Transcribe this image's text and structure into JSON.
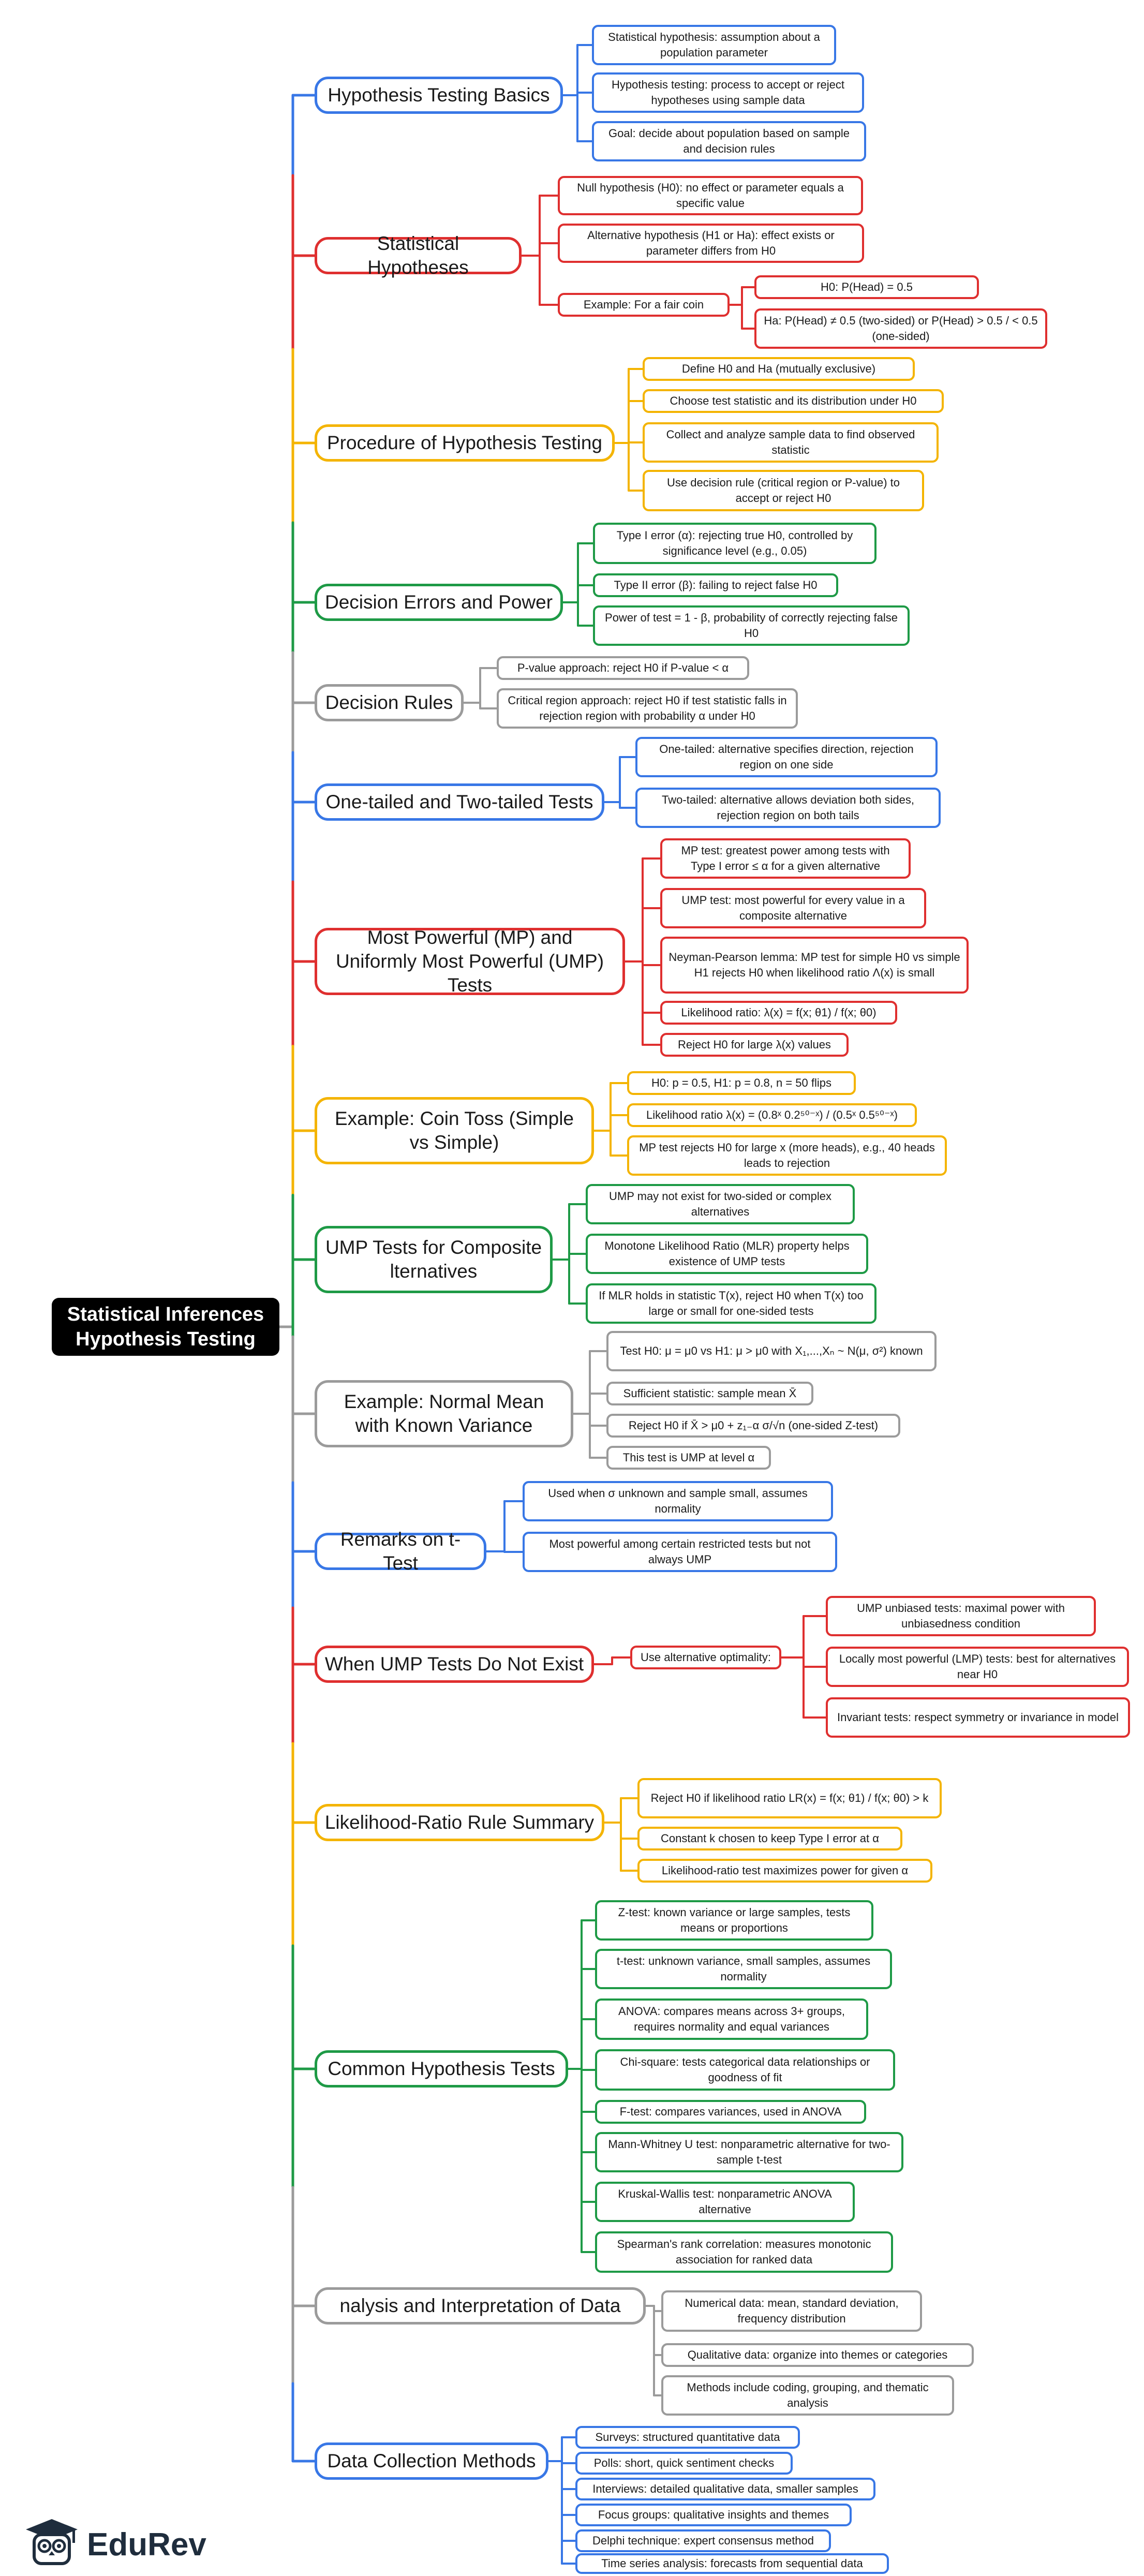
{
  "root": {
    "label": "Statistical Inferences\nHypothesis Testing"
  },
  "colors": {
    "blue": "#3877e6",
    "red": "#df2f2f",
    "yellow": "#f4b400",
    "green": "#1e9a46",
    "gray": "#9b9b9b"
  },
  "branches": [
    {
      "label": "Hypothesis Testing Basics",
      "color": "blue",
      "children": [
        {
          "label": "Statistical hypothesis: assumption about a population parameter"
        },
        {
          "label": "Hypothesis testing: process to accept or reject hypotheses using sample data"
        },
        {
          "label": "Goal: decide about population based on sample and decision rules"
        }
      ]
    },
    {
      "label": "Statistical Hypotheses",
      "color": "red",
      "children": [
        {
          "label": "Null hypothesis (H0): no effect or parameter equals a specific value"
        },
        {
          "label": "Alternative hypothesis (H1 or Ha): effect exists or parameter differs from H0"
        },
        {
          "label": "Example: For a fair coin",
          "children": [
            {
              "label": "H0: P(Head) = 0.5"
            },
            {
              "label": "Ha: P(Head) ≠ 0.5 (two-sided) or P(Head) > 0.5 / < 0.5 (one-sided)"
            }
          ]
        }
      ]
    },
    {
      "label": "Procedure of Hypothesis Testing",
      "color": "yellow",
      "children": [
        {
          "label": "Define H0 and Ha (mutually exclusive)"
        },
        {
          "label": "Choose test statistic and its distribution under H0"
        },
        {
          "label": "Collect and analyze sample data to find observed statistic"
        },
        {
          "label": "Use decision rule (critical region or P-value) to accept or reject H0"
        }
      ]
    },
    {
      "label": "Decision Errors and Power",
      "color": "green",
      "children": [
        {
          "label": "Type I error (α): rejecting true H0, controlled by significance level (e.g., 0.05)"
        },
        {
          "label": "Type II error (β): failing to reject false H0"
        },
        {
          "label": "Power of test = 1 - β, probability of correctly rejecting false H0"
        }
      ]
    },
    {
      "label": "Decision Rules",
      "color": "gray",
      "children": [
        {
          "label": "P-value approach: reject H0 if P-value < α"
        },
        {
          "label": "Critical region approach: reject H0 if test statistic falls in rejection region with probability α under H0"
        }
      ]
    },
    {
      "label": "One-tailed and Two-tailed Tests",
      "color": "blue",
      "children": [
        {
          "label": "One-tailed: alternative specifies direction, rejection region on one side"
        },
        {
          "label": "Two-tailed: alternative allows deviation both sides, rejection region on both tails"
        }
      ]
    },
    {
      "label": "Most Powerful (MP) and Uniformly Most Powerful (UMP) Tests",
      "color": "red",
      "children": [
        {
          "label": "MP test: greatest power among tests with Type I error ≤ α for a given alternative"
        },
        {
          "label": "UMP test: most powerful for every value in a composite alternative"
        },
        {
          "label": "Neyman-Pearson lemma: MP test for simple H0 vs simple H1 rejects H0 when likelihood ratio Λ(x) is small"
        },
        {
          "label": "Likelihood ratio: λ(x) = f(x; θ1) / f(x; θ0)"
        },
        {
          "label": "Reject H0 for large λ(x) values"
        }
      ]
    },
    {
      "label": "Example: Coin Toss (Simple vs Simple)",
      "color": "yellow",
      "children": [
        {
          "label": "H0: p = 0.5, H1: p = 0.8, n = 50 flips"
        },
        {
          "label": "Likelihood ratio λ(x) = (0.8ˣ 0.2⁵⁰⁻ˣ) / (0.5ˣ 0.5⁵⁰⁻ˣ)"
        },
        {
          "label": "MP test rejects H0 for large x (more heads), e.g., 40 heads leads to rejection"
        }
      ]
    },
    {
      "label": "UMP Tests for Composite lternatives",
      "color": "green",
      "children": [
        {
          "label": "UMP may not exist for two-sided or complex alternatives"
        },
        {
          "label": "Monotone Likelihood Ratio (MLR) property helps existence of UMP tests"
        },
        {
          "label": "If MLR holds in statistic T(x), reject H0 when T(x) too large or small for one-sided tests"
        }
      ]
    },
    {
      "label": "Example: Normal Mean with Known Variance",
      "color": "gray",
      "children": [
        {
          "label": "Test H0: μ = μ0 vs H1: μ > μ0 with X₁,...,Xₙ ~ N(μ, σ²) known"
        },
        {
          "label": "Sufficient statistic: sample mean X̄"
        },
        {
          "label": "Reject H0 if X̄ > μ0 + z₁₋α σ/√n (one-sided Z-test)"
        },
        {
          "label": "This test is UMP at level α"
        }
      ]
    },
    {
      "label": "Remarks on t-Test",
      "color": "blue",
      "children": [
        {
          "label": "Used when σ unknown and sample small, assumes normality"
        },
        {
          "label": "Most powerful among certain restricted tests but not always UMP"
        }
      ]
    },
    {
      "label": "When UMP Tests Do Not Exist",
      "color": "red",
      "children": [
        {
          "label": "Use alternative optimality:",
          "children": [
            {
              "label": "UMP unbiased tests: maximal power with unbiasedness condition"
            },
            {
              "label": "Locally most powerful (LMP) tests: best for alternatives near H0"
            },
            {
              "label": "Invariant tests: respect symmetry or invariance in model"
            }
          ]
        }
      ]
    },
    {
      "label": "Likelihood-Ratio Rule Summary",
      "color": "yellow",
      "children": [
        {
          "label": "Reject H0 if likelihood ratio LR(x) = f(x; θ1) / f(x; θ0) > k"
        },
        {
          "label": "Constant k chosen to keep Type I error at α"
        },
        {
          "label": "Likelihood-ratio test maximizes power for given α"
        }
      ]
    },
    {
      "label": "Common Hypothesis Tests",
      "color": "green",
      "children": [
        {
          "label": "Z-test: known variance or large samples, tests means or proportions"
        },
        {
          "label": "t-test: unknown variance, small samples, assumes normality"
        },
        {
          "label": "ANOVA: compares means across 3+ groups, requires normality and equal variances"
        },
        {
          "label": "Chi-square: tests categorical data relationships or goodness of fit"
        },
        {
          "label": "F-test: compares variances, used in ANOVA"
        },
        {
          "label": "Mann-Whitney U test: nonparametric alternative for two-sample t-test"
        },
        {
          "label": "Kruskal-Wallis test: nonparametric ANOVA alternative"
        },
        {
          "label": "Spearman's rank correlation: measures monotonic association for ranked data"
        }
      ]
    },
    {
      "label": "nalysis and Interpretation of Data",
      "color": "gray",
      "children": [
        {
          "label": "Numerical data: mean, standard deviation, frequency distribution"
        },
        {
          "label": "Qualitative data: organize into themes or categories"
        },
        {
          "label": "Methods include coding, grouping, and thematic analysis"
        }
      ]
    },
    {
      "label": "Data Collection Methods",
      "color": "blue",
      "children": [
        {
          "label": "Surveys: structured quantitative data"
        },
        {
          "label": "Polls: short, quick sentiment checks"
        },
        {
          "label": "Interviews: detailed qualitative data, smaller samples"
        },
        {
          "label": "Focus groups: qualitative insights and themes"
        },
        {
          "label": "Delphi technique: expert consensus method"
        },
        {
          "label": "Time series analysis: forecasts from sequential data"
        }
      ]
    }
  ],
  "brand": {
    "name": "EduRev",
    "icon": "graduation-cap-owl-icon"
  }
}
